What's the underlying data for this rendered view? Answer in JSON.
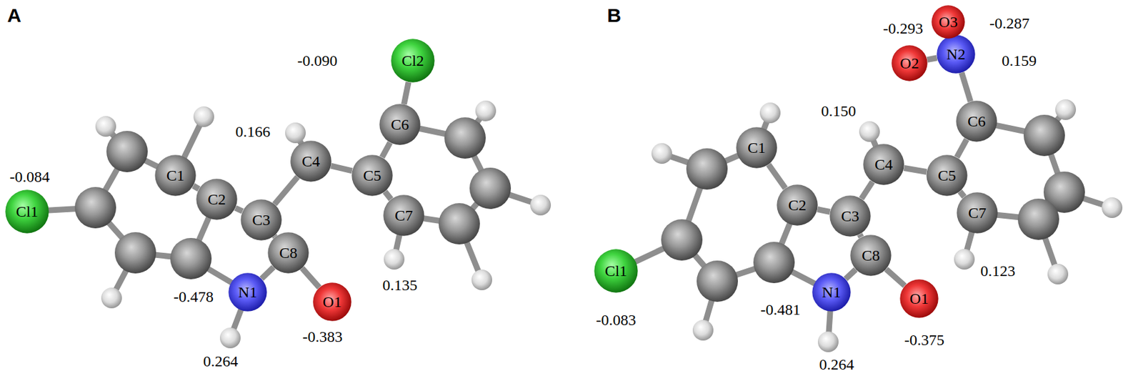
{
  "diagram": {
    "nodes": [
      {
        "text": [
          "Cl1"
        ]
      },
      {
        "text": [
          "C1"
        ]
      },
      {
        "text": [
          "C2"
        ]
      },
      {
        "text": [
          "C3"
        ]
      },
      {
        "text": [
          "C4"
        ]
      },
      {
        "text": [
          "Cl2"
        ]
      },
      {
        "text": [
          "C6"
        ]
      },
      {
        "text": [
          "C5"
        ]
      },
      {
        "text": [
          "C7"
        ]
      },
      {
        "text": [
          "N1"
        ]
      },
      {
        "text": [
          "C8"
        ]
      },
      {
        "text": [
          "O1"
        ]
      },
      {
        "text": [
          "N2"
        ]
      },
      {
        "text": [
          "O2"
        ]
      },
      {
        "text": [
          "O3"
        ]
      },
      {
        "text": [
          "C1"
        ]
      },
      {
        "text": [
          "C4"
        ]
      },
      {
        "text": [
          "C6"
        ]
      },
      {
        "text": [
          "C5"
        ]
      },
      {
        "text": [
          "C2"
        ]
      },
      {
        "text": [
          "C3"
        ]
      },
      {
        "text": [
          "C7"
        ]
      },
      {
        "text": [
          "Cl1"
        ]
      },
      {
        "text": [
          "C8"
        ]
      },
      {
        "text": [
          "N1"
        ]
      },
      {
        "text": [
          "O1"
        ]
      }
    ],
    "edges": [
      {
        "from": 1,
        "to": 2,
        "arrow": "none"
      },
      {
        "from": 2,
        "to": 3,
        "arrow": "none"
      },
      {
        "from": 3,
        "to": 4,
        "arrow": "none"
      },
      {
        "from": 4,
        "to": 7,
        "arrow": "none"
      },
      {
        "from": 7,
        "to": 6,
        "arrow": "none"
      },
      {
        "from": 6,
        "to": 5,
        "arrow": "none"
      },
      {
        "from": 7,
        "to": 8,
        "arrow": "none"
      },
      {
        "from": 3,
        "to": 10,
        "arrow": "none"
      },
      {
        "from": 10,
        "to": 11,
        "arrow": "none"
      },
      {
        "from": 10,
        "to": 9,
        "arrow": "none"
      },
      {
        "from": 15,
        "to": 19,
        "arrow": "none"
      },
      {
        "from": 19,
        "to": 20,
        "arrow": "none"
      },
      {
        "from": 20,
        "to": 16,
        "arrow": "none"
      },
      {
        "from": 16,
        "to": 18,
        "arrow": "none"
      },
      {
        "from": 18,
        "to": 17,
        "arrow": "none"
      },
      {
        "from": 17,
        "to": 12,
        "arrow": "none"
      },
      {
        "from": 12,
        "to": 13,
        "arrow": "none"
      },
      {
        "from": 12,
        "to": 14,
        "arrow": "none"
      },
      {
        "from": 18,
        "to": 21,
        "arrow": "none"
      },
      {
        "from": 20,
        "to": 23,
        "arrow": "none"
      },
      {
        "from": 23,
        "to": 25,
        "arrow": "none"
      },
      {
        "from": 23,
        "to": 24,
        "arrow": "none"
      }
    ],
    "labels": [
      "A",
      "B",
      "-0.084",
      "-0.090",
      "0.166",
      "0.135",
      "-0.478",
      "-0.383",
      "0.264",
      "-0.293",
      "-0.287",
      "0.159",
      "0.150",
      "0.123",
      "-0.083",
      "-0.481",
      "-0.375",
      "0.264"
    ]
  }
}
